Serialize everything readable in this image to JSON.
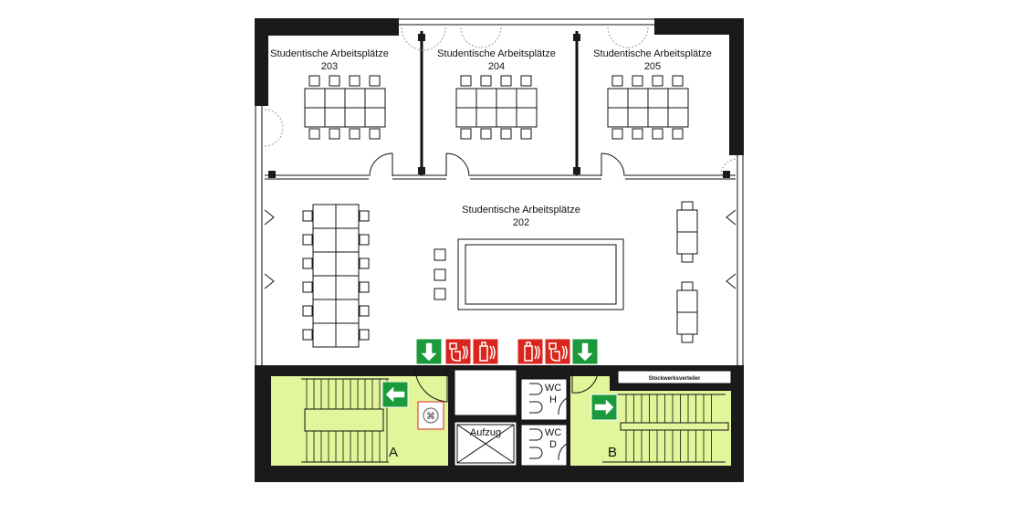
{
  "rooms": {
    "r203": {
      "name": "Studentische Arbeitsplätze",
      "number": "203"
    },
    "r204": {
      "name": "Studentische Arbeitsplätze",
      "number": "204"
    },
    "r205": {
      "name": "Studentische Arbeitsplätze",
      "number": "205"
    },
    "r202": {
      "name": "Studentische Arbeitsplätze",
      "number": "202"
    }
  },
  "core": {
    "elevator": "Aufzug",
    "wc_men": {
      "label": "WC",
      "letter": "H"
    },
    "wc_women": {
      "label": "WC",
      "letter": "D"
    },
    "stair_a": "A",
    "stair_b": "B",
    "distribution": "Stockwerksverteiler"
  },
  "signs": [
    "emergency-exit-down",
    "fire-alarm",
    "fire-extinguisher",
    "fire-extinguisher",
    "fire-alarm",
    "emergency-exit-down",
    "exit-left",
    "exit-right",
    "assembly-icon"
  ],
  "colors": {
    "wall": "#1a1a1a",
    "stair": "#e2f59a",
    "exit_green": "#1a9a3a",
    "fire_red": "#d9261c"
  }
}
